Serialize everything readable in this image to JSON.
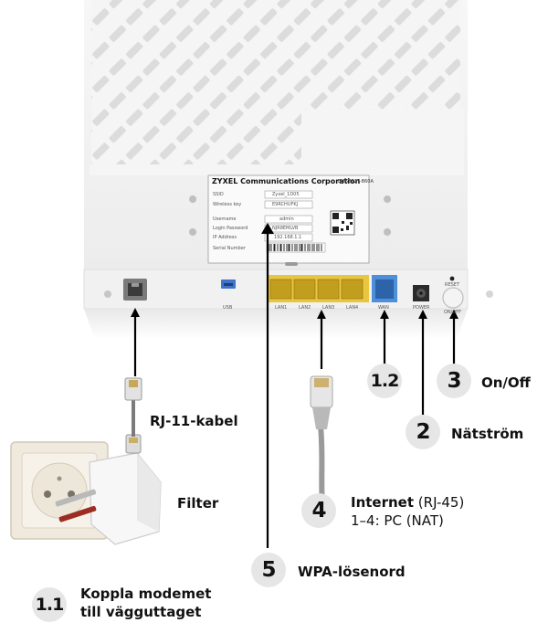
{
  "sticker": {
    "brand": "ZYXEL Communications Corporation",
    "model": "EMG3927-B60A",
    "rows": [
      {
        "key": "SSID",
        "value": "Zyxel_1D05"
      },
      {
        "key": "Wireless key",
        "value": "E9RCHUFKJ"
      },
      {
        "key": "Username",
        "value": "admin"
      },
      {
        "key": "Login Password",
        "value": "NJR8EMLVB"
      },
      {
        "key": "IP Address",
        "value": "192.168.1.1"
      }
    ],
    "serial_label": "Serial Number"
  },
  "ports": {
    "usb": "USB",
    "lan1": "LAN1",
    "lan2": "LAN2",
    "lan3": "LAN3",
    "lan4": "LAN4",
    "wan": "WAN",
    "power": "POWER",
    "reset": "RESET",
    "onoff": "ON/OFF"
  },
  "callouts": [
    {
      "id": "1.2",
      "label": ""
    },
    {
      "id": "3",
      "label": "On/Off"
    },
    {
      "id": "2",
      "label": "Nätström"
    },
    {
      "id": "4",
      "label_bold": "Internet",
      "label_rest": " (RJ-45)",
      "sub": "1–4: PC (NAT)"
    },
    {
      "id": "5",
      "label": "WPA-lösenord"
    },
    {
      "id": "1.1",
      "line1": "Koppla modemet",
      "line2": "till vägguttaget"
    }
  ],
  "parts": {
    "rj11": "RJ-11-kabel",
    "filter": "Filter"
  }
}
